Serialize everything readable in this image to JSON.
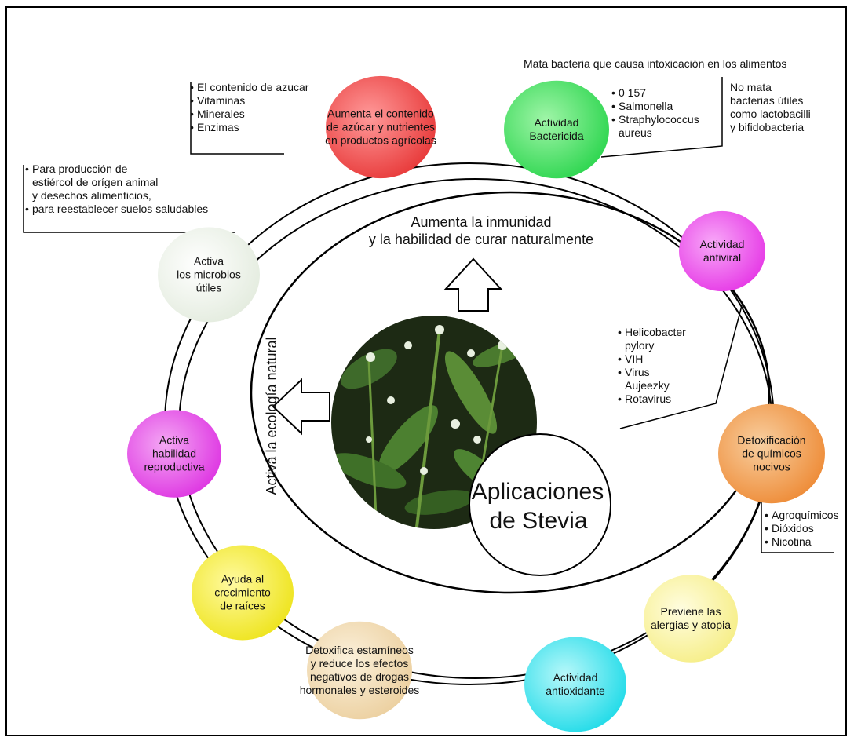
{
  "center": {
    "title_line1": "Aplicaciones",
    "title_line2": "de Stevia"
  },
  "inner_ring": {
    "top_line1": "Aumenta la inmunidad",
    "top_line2": "y la habilidad de curar naturalmente",
    "left_vertical": "Activa la ecología natural"
  },
  "nodes": [
    {
      "id": "azucar",
      "label": "Aumenta el contenido\nde azúcar y nutrientes\nen productos agrícolas",
      "color": "#f25a5a"
    },
    {
      "id": "bactericida",
      "label": "Actividad\nBactericida",
      "color": "#4fdf6a"
    },
    {
      "id": "antiviral",
      "label": "Actividad\nantiviral",
      "color": "#ef55ee"
    },
    {
      "id": "detox-quimicos",
      "label": "Detoxificación\nde químicos\nnocivos",
      "color": "#f2a25a"
    },
    {
      "id": "alergias",
      "label": "Previene las\nalergias y atopia",
      "color": "#f8f29a"
    },
    {
      "id": "antioxidante",
      "label": "Actividad\nantioxidante",
      "color": "#45e4ee"
    },
    {
      "id": "estamineos",
      "label": "Detoxifica estamíneos\ny reduce los efectos\nnegativos de drogas\nhormonales y esteroides",
      "color": "#f2dcb4"
    },
    {
      "id": "raices",
      "label": "Ayuda al\ncrecimiento\nde raíces",
      "color": "#f2ee3a"
    },
    {
      "id": "reproductiva",
      "label": "Activa\nhabilidad\nreproductiva",
      "color": "#e858ea"
    },
    {
      "id": "microbios",
      "label": "Activa\nlos microbios\nútiles",
      "color": "#eef3ea"
    }
  ],
  "callouts": {
    "azucar_list": [
      "El contenido de azucar",
      "Vitaminas",
      "Minerales",
      "Enzimas"
    ],
    "microbios_list": [
      "Para producción de\nestiércol de orígen animal\ny desechos alimenticios,",
      "para reestablecer suelos saludables"
    ],
    "bactericida_title": "Mata bacteria que causa intoxicación en los alimentos",
    "bactericida_list": [
      "0 157",
      "Salmonella",
      "Straphylococcus\naureus"
    ],
    "bactericida_note": "No mata\nbacterias útiles\ncomo lactobacilli\ny bifidobacteria",
    "antiviral_list": [
      "Helicobacter\npylory",
      "VIH",
      "Virus\nAujeezky",
      "Rotavirus"
    ],
    "detox_list": [
      "Agroquímicos",
      "Dióxidos",
      "Nicotina"
    ]
  }
}
